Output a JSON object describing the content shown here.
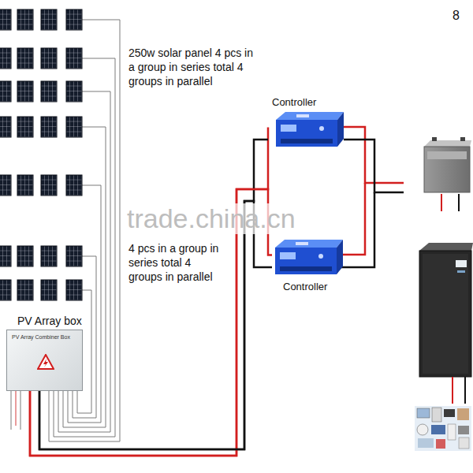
{
  "diagram": {
    "nodes": [
      {
        "text": [
          "Controller"
        ]
      },
      {
        "text": [
          "Controller"
        ]
      },
      {
        "text": [
          "PV Array box",
          "PV Array Combiner Box"
        ]
      }
    ],
    "edges": [
      {
        "from": 2,
        "to": 0,
        "arrow": "none"
      },
      {
        "from": 2,
        "to": 1,
        "arrow": "none"
      }
    ],
    "labels": [
      "8",
      "250w solar panel 4 pcs in a group in series total 4 groups in parallel",
      "trade.china.cn",
      "4 pcs in a group in series total 4 groups in parallel"
    ]
  }
}
